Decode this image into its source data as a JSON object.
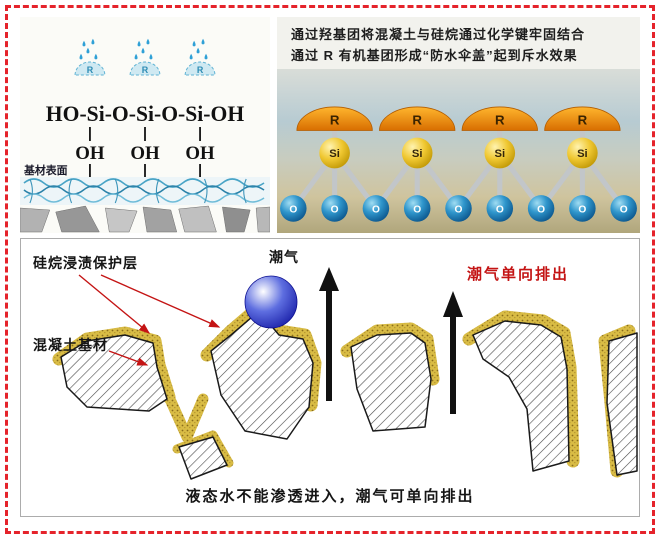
{
  "panel_hydroxyl": {
    "formula": "HO-Si-O-Si-O-Si-OH",
    "oh_label": "OH",
    "r_label": "R",
    "surface_label": "基材表面"
  },
  "panel_molecular": {
    "caption_line1": "通过羟基团将混凝土与硅烷通过化学键牢固结合",
    "caption_line2": "通过 R 有机基团形成“防水伞盖”起到斥水效果",
    "r_label": "R",
    "si_label": "Si",
    "o_label": "O"
  },
  "panel_cross_section": {
    "coating_label": "硅烷浸渍保护层",
    "substrate_label": "混凝土基材",
    "moisture_label": "潮气",
    "one_way_label": "潮气单向排出",
    "caption": "液态水不能渗透进入，潮气可单向排出"
  },
  "colors": {
    "border_red": "#e5232b",
    "accent_red": "#c41414",
    "coating_yellow": "#d9bc45",
    "si_yellow": "#f0c832",
    "o_blue": "#1b76b4",
    "r_orange": "#ef8d0a"
  }
}
